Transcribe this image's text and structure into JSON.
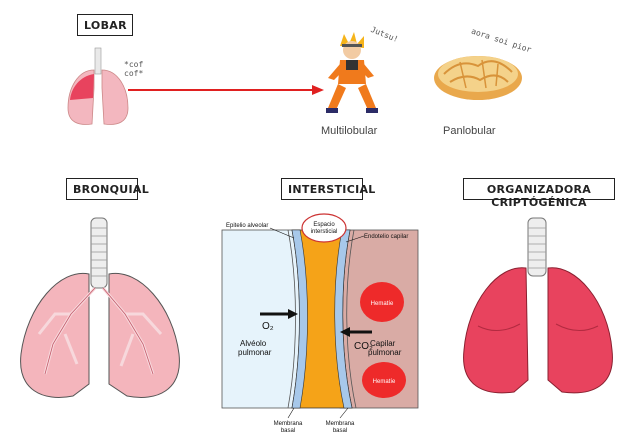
{
  "sections": {
    "lobar": {
      "title": "LOBAR",
      "annotation": "*cof cof*"
    },
    "multilobular": {
      "caption": "Multilobular",
      "annotation": "Jutsu!"
    },
    "panlobular": {
      "caption": "Panlobular",
      "annotation": "aora soi pior"
    },
    "bronquial": {
      "title": "BRONQUIAL"
    },
    "intersticial": {
      "title": "INTERSTICIAL",
      "labels": {
        "epitelio_alveolar": "Epitelio alveolar",
        "espacio_intersticial_1": "Espacio",
        "espacio_intersticial_2": "intersticial",
        "endotelio_capilar": "Endotelio capilar",
        "hematie_top": "Hematíe",
        "hematie_bottom": "Hematíe",
        "o2": "O₂",
        "co2": "CO₂",
        "alveolo_1": "Alvéolo",
        "alveolo_2": "pulmonar",
        "capilar_1": "Capilar",
        "capilar_2": "pulmonar",
        "membrana_left_1": "Membrana",
        "membrana_left_2": "basal",
        "membrana_right_1": "Membrana",
        "membrana_right_2": "basal"
      }
    },
    "organizadora": {
      "title": "ORGANIZADORA CRIPTÓGÉNICA"
    }
  },
  "colors": {
    "lung_pink": "#f3b7bf",
    "lung_red": "#e8435e",
    "arrow_red": "#e02020",
    "alveolo_bg": "#e6f3fb",
    "capilar_bg": "#d9aba5",
    "interstitial_orange": "#f5a318",
    "hematie_red": "#ee2a2a"
  }
}
